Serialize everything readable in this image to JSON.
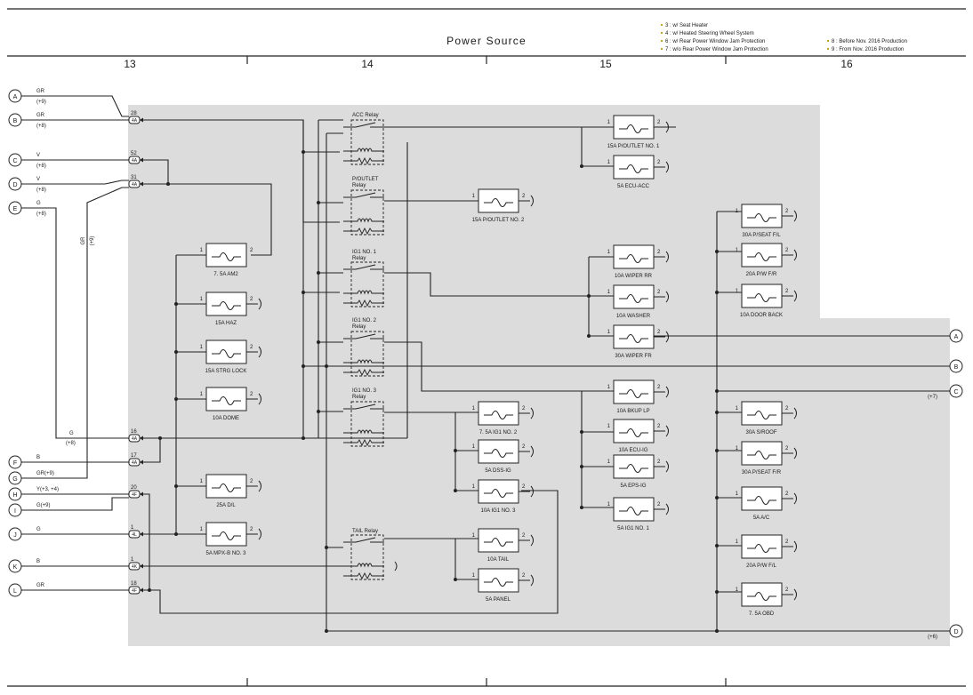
{
  "header": {
    "title": "Power Source",
    "columns": [
      "13",
      "14",
      "15",
      "16"
    ],
    "notes_left": [
      "3 : w/ Seat Heater",
      "4 : w/ Heated Steering Wheel System",
      "6 : w/ Rear Power Window Jam Protection",
      "7 : w/o Rear Power Window Jam Protection"
    ],
    "notes_right": [
      "8 : Before Nov.  2016 Production",
      "9 : From Nov.  2016 Production"
    ]
  },
  "left_terminals": [
    {
      "id": "A",
      "wire": "GR",
      "note": "(+9)"
    },
    {
      "id": "B",
      "wire": "GR",
      "note": "(+8)"
    },
    {
      "id": "C",
      "wire": "V",
      "note": "(+8)"
    },
    {
      "id": "D",
      "wire": "V",
      "note": "(+8)"
    },
    {
      "id": "E",
      "wire": "G",
      "note": "(+8)"
    },
    {
      "id": "F",
      "wire": "B",
      "note": ""
    },
    {
      "id": "G",
      "wire": "GR(+9)",
      "note": ""
    },
    {
      "id": "H",
      "wire": "Y(+3, +4)",
      "note": ""
    },
    {
      "id": "I",
      "wire": "G(+9)",
      "note": ""
    },
    {
      "id": "J",
      "wire": "G",
      "note": ""
    },
    {
      "id": "K",
      "wire": "B",
      "note": ""
    },
    {
      "id": "L",
      "wire": "GR",
      "note": ""
    }
  ],
  "connectors": [
    {
      "pin": "28",
      "code": "4A"
    },
    {
      "pin": "52",
      "code": "4A"
    },
    {
      "pin": "31",
      "code": "4A"
    },
    {
      "pin": "16",
      "code": "4A"
    },
    {
      "pin": "17",
      "code": "4A"
    },
    {
      "pin": "20",
      "code": "4F"
    },
    {
      "pin": "1",
      "code": "4L"
    },
    {
      "pin": "1",
      "code": "4K"
    },
    {
      "pin": "18",
      "code": "4F"
    }
  ],
  "wire_annotations": {
    "gr_vertical": "GR",
    "gr_vertical_note": "(+9)",
    "g_label": "G",
    "g_note": "(+8)"
  },
  "relays": [
    "ACC Relay",
    "P/OUTLET\nRelay",
    "IG1 NO. 1\nRelay",
    "IG1 NO. 2\nRelay",
    "IG1 NO. 3\nRelay",
    "TAIL Relay"
  ],
  "fuses": [
    {
      "label": "7. 5A AM2"
    },
    {
      "label": "15A HAZ"
    },
    {
      "label": "15A STRG LOCK"
    },
    {
      "label": "10A DOME"
    },
    {
      "label": "25A D/L"
    },
    {
      "label": "5A MPX-B NO. 3"
    },
    {
      "label": "15A P/OUTLET NO. 2"
    },
    {
      "label": "7. 5A IG1 NO. 2"
    },
    {
      "label": "5A DSS-IG"
    },
    {
      "label": "10A IG1 NO. 3"
    },
    {
      "label": "10A TAIL"
    },
    {
      "label": "5A PANEL"
    },
    {
      "label": "15A P/OUTLET NO. 1"
    },
    {
      "label": "5A ECU-ACC"
    },
    {
      "label": "10A WIPER RR"
    },
    {
      "label": "10A WASHER"
    },
    {
      "label": "30A WIPER FR"
    },
    {
      "label": "10A BKUP LP"
    },
    {
      "label": "10A ECU-IG"
    },
    {
      "label": "5A EPS-IG"
    },
    {
      "label": "5A IG1 NO. 1"
    },
    {
      "label": "30A P/SEAT F/L"
    },
    {
      "label": "20A P/W F/R"
    },
    {
      "label": "10A DOOR BACK"
    },
    {
      "label": "30A S/ROOF"
    },
    {
      "label": "30A P/SEAT F/R"
    },
    {
      "label": "5A A/C"
    },
    {
      "label": "20A P/W F/L"
    },
    {
      "label": "7. 5A OBD"
    }
  ],
  "pin_numbers": {
    "in": "1",
    "out": "2"
  },
  "right_terminals": [
    {
      "id": "A",
      "note": ""
    },
    {
      "id": "B",
      "note": ""
    },
    {
      "id": "C",
      "note": "(+7)"
    },
    {
      "id": "D",
      "note": "(+6)"
    }
  ]
}
